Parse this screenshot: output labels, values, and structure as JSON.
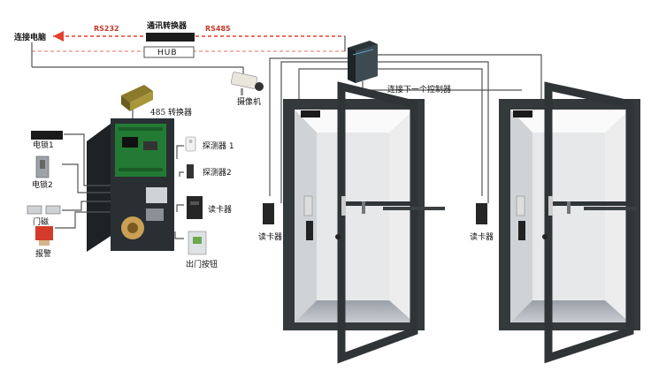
{
  "labels": {
    "pc": "连接电脑",
    "rs232": "RS232",
    "converter": "通讯转换器",
    "rs485": "RS485",
    "hub": "HUB",
    "camera": "摄像机",
    "next_controller": "连接下一个控制器",
    "conv485": "485 转换器",
    "lock1": "电锁1",
    "lock2": "电锁2",
    "door_magnet": "门磁",
    "alarm": "报警",
    "detector1": "探测器 1",
    "detector2": "探测器2",
    "card_reader": "读卡器",
    "exit_button": "出门按钮",
    "reader_left": "读卡器",
    "reader_right": "读卡器"
  },
  "colors": {
    "red_line": "#e04030",
    "wire": "#555555",
    "door_frame": "#303436",
    "controller_green": "#2a8a3a"
  }
}
